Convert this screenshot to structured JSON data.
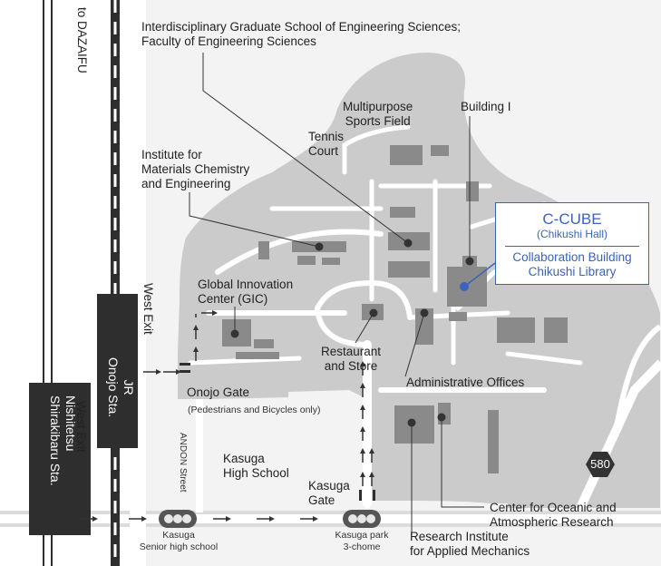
{
  "labels": {
    "to_dazaifu": "to DAZAIFU",
    "igse_line1": "Interdisciplinary Graduate School of Engineering Sciences;",
    "igse_line2": "Faculty of Engineering Sciences",
    "sports_line1": "Multipurpose",
    "sports_line2": "Sports Field",
    "building_i": "Building I",
    "tennis_line1": "Tennis",
    "tennis_line2": "Court",
    "imce_line1": "Institute for",
    "imce_line2": "Materials Chemistry",
    "imce_line3": "and Engineering",
    "gic_line1": "Global Innovation",
    "gic_line2": "Center (GIC)",
    "restaurant_line1": "Restaurant",
    "restaurant_line2": "and Store",
    "admin": "Administrative Offices",
    "onojo_gate": "Onojo Gate",
    "onojo_gate_note": "(Pedestrians and Bicycles only)",
    "andon_street": "ANDON Street",
    "kasuga_hs_line1": "Kasuga",
    "kasuga_hs_line2": "High School",
    "kasuga_gate_line1": "Kasuga",
    "kasuga_gate_line2": "Gate",
    "coar_line1": "Center for Oceanic and",
    "coar_line2": "Atmospheric Research",
    "riam_line1": "Research Institute",
    "riam_line2": "for Applied Mechanics",
    "signal1_line1": "Kasuga",
    "signal1_line2": "Senior high school",
    "signal2_line1": "Kasuga park",
    "signal2_line2": "3-chome",
    "west_exit_jr": "West Exit",
    "west_exit_nishitetsu": "West Exit",
    "route_number": "580"
  },
  "stations": {
    "jr_line1": "JR",
    "jr_line2": "Onojo Sta.",
    "nishitetsu_line1": "Nishitetsu",
    "nishitetsu_line2": "Shirakibaru Sta."
  },
  "ccube": {
    "title": "C-CUBE",
    "subtitle": "(Chikushi Hall)",
    "line3": "Collaboration Building",
    "line4": "Chikushi Library"
  },
  "colors": {
    "campus": "#c8c8c8",
    "building": "#8a8a8a",
    "road": "#ffffff",
    "station": "#2e2e2e",
    "highlight": "#3b63b8",
    "marker": "#333333"
  }
}
